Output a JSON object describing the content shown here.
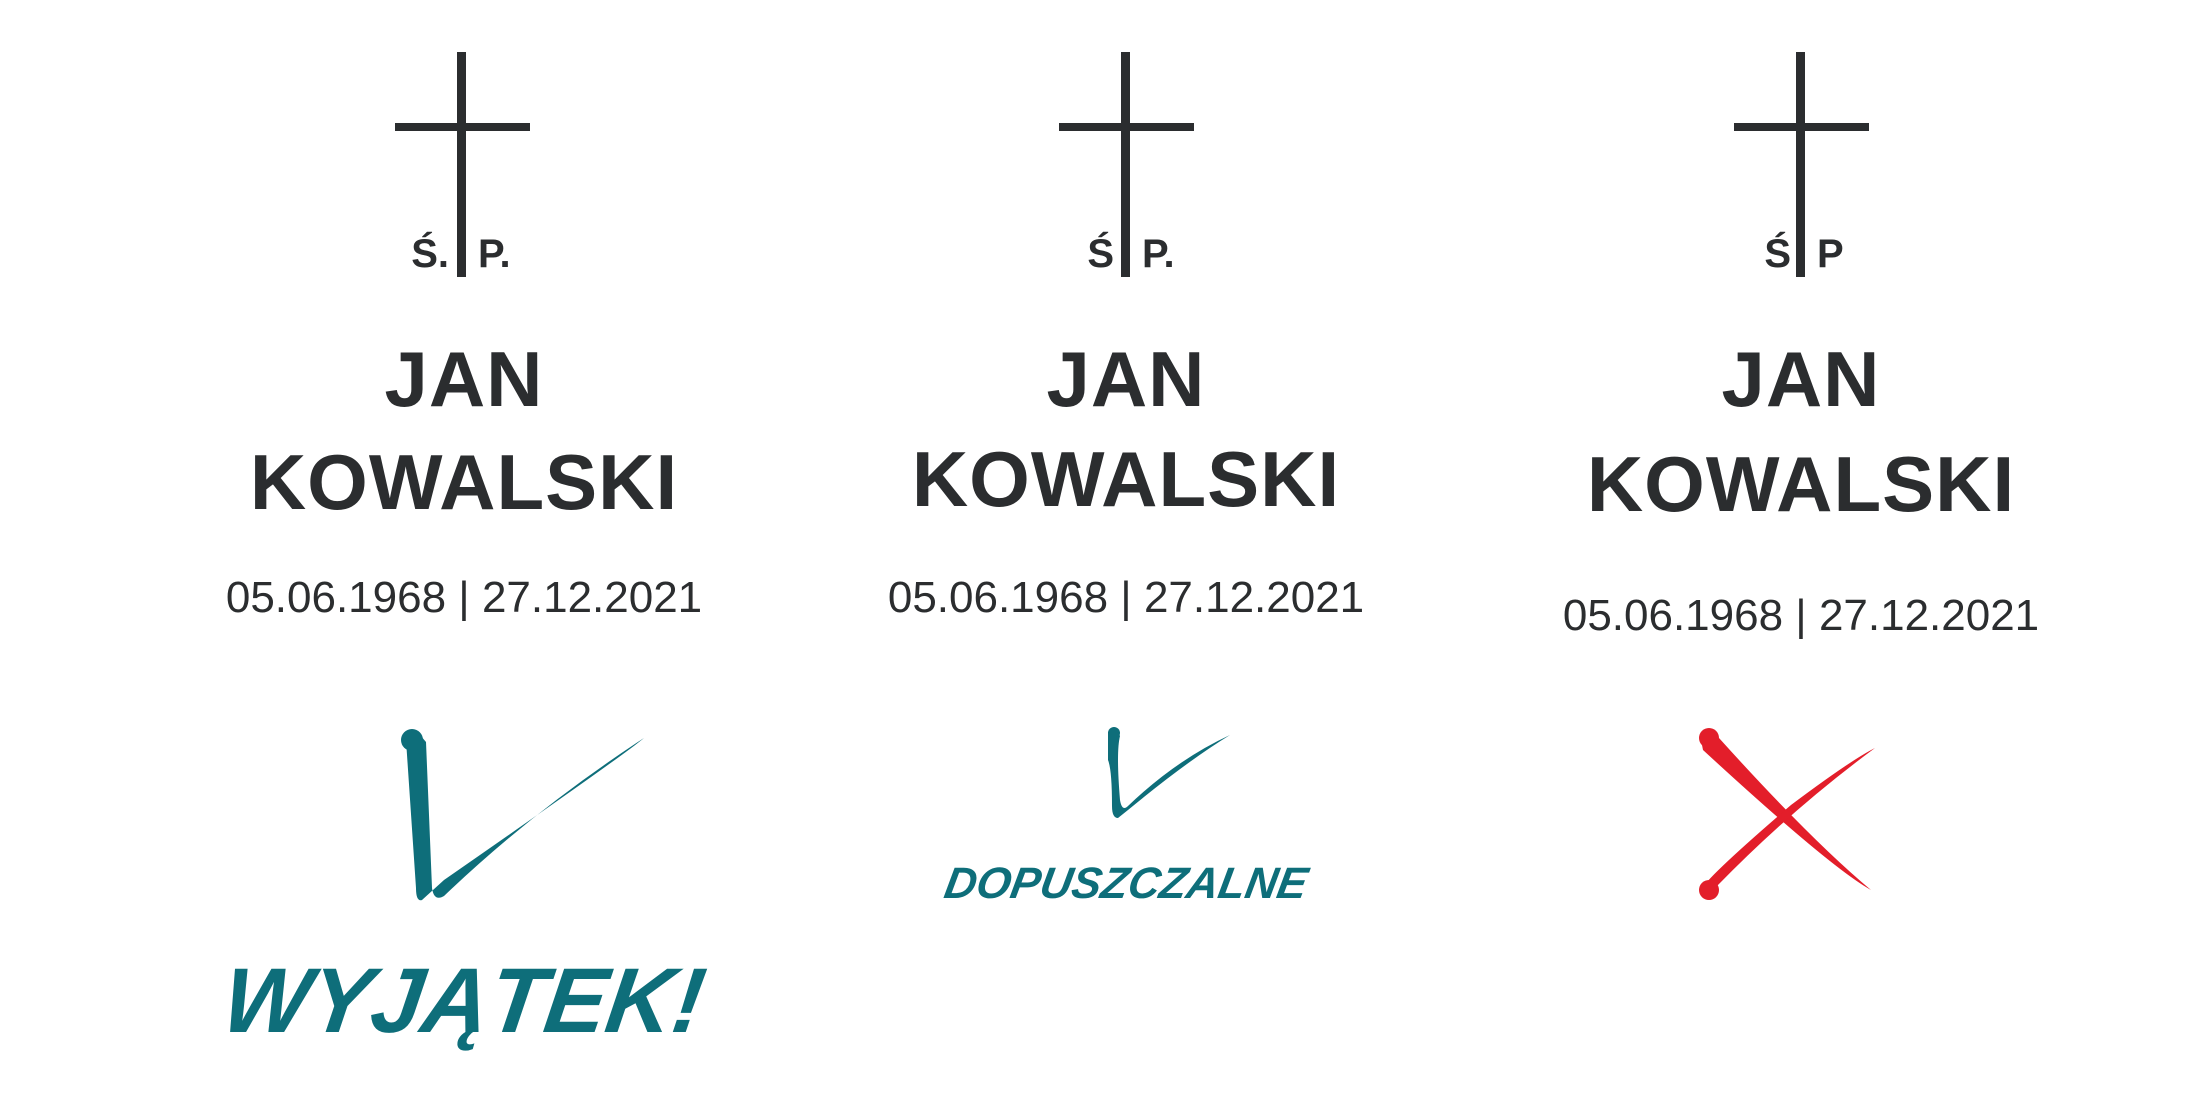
{
  "columns": [
    {
      "prefix_left": "Ś.",
      "prefix_right": "P.",
      "first_name": "JAN",
      "last_name": "KOWALSKI",
      "dates": "05.06.1968 | 27.12.2021",
      "verdict": "check",
      "verdict_label": "WYJĄTEK!"
    },
    {
      "prefix_left": "Ś",
      "prefix_right": "P.",
      "first_name": "JAN",
      "last_name": "KOWALSKI",
      "dates": "05.06.1968 | 27.12.2021",
      "verdict": "check",
      "verdict_label": "DOPUSZCZALNE"
    },
    {
      "prefix_left": "Ś",
      "prefix_right": "P",
      "first_name": "JAN",
      "last_name": "KOWALSKI",
      "dates": "05.06.1968 | 27.12.2021",
      "verdict": "cross"
    }
  ],
  "colors": {
    "text": "#2b2d2f",
    "check": "#0e6e7a",
    "cross": "#e31e2a"
  }
}
